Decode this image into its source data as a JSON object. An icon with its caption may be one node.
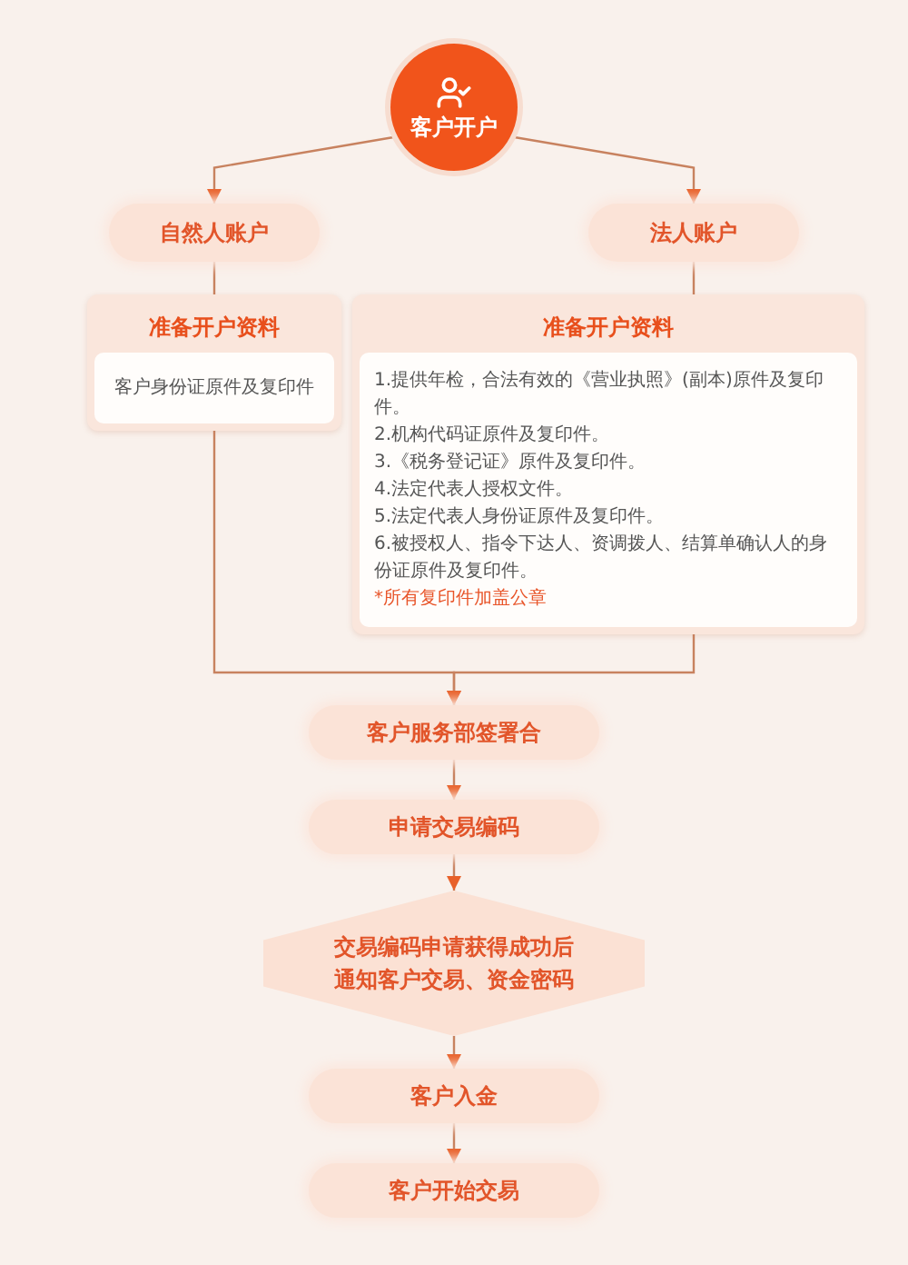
{
  "diagram": {
    "nodes": [
      {
        "text": [
          "客户开户"
        ]
      },
      {
        "text": [
          "自然人账户"
        ]
      },
      {
        "text": [
          "法人账户"
        ]
      },
      {
        "text": [
          "准备开户资料",
          "客户身份证原件及复印件"
        ]
      },
      {
        "text": [
          "准备开户资料",
          "1.提供年检，合法有效的《营业执照》(副本)原件及复印件。",
          "2.机构代码证原件及复印件。",
          "3.《税务登记证》原件及复印件。",
          "4.法定代表人授权文件。",
          "5.法定代表人身份证原件及复印件。",
          "6.被授权人、指令下达人、资调拨人、结算单确认人的身份证原件及复印件。",
          "*所有复印件加盖公章"
        ]
      },
      {
        "text": [
          "客户服务部签署合"
        ]
      },
      {
        "text": [
          "申请交易编码"
        ]
      },
      {
        "text": [
          "交易编码申请获得成功后通知客户交易、资金密码"
        ]
      },
      {
        "text": [
          "客户入金"
        ]
      },
      {
        "text": [
          "客户开始交易"
        ]
      }
    ],
    "edges": [
      {
        "from": 0,
        "to": 1,
        "arrow": "to"
      },
      {
        "from": 0,
        "to": 2,
        "arrow": "to"
      },
      {
        "from": 1,
        "to": 3,
        "arrow": "none"
      },
      {
        "from": 2,
        "to": 4,
        "arrow": "none"
      },
      {
        "from": 3,
        "to": 5,
        "arrow": "to"
      },
      {
        "from": 4,
        "to": 5,
        "arrow": "to"
      },
      {
        "from": 5,
        "to": 6,
        "arrow": "to"
      },
      {
        "from": 6,
        "to": 7,
        "arrow": "to"
      },
      {
        "from": 7,
        "to": 8,
        "arrow": "to"
      },
      {
        "from": 8,
        "to": 9,
        "arrow": "to"
      }
    ]
  }
}
